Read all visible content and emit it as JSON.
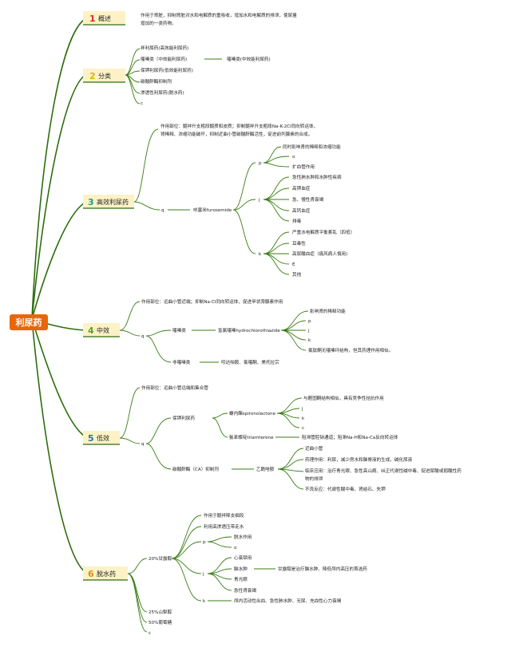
{
  "colors": {
    "root_bg": "#e8660a",
    "header_bg": "#fdf2c6",
    "branch": "#2e6e0e",
    "num_red": "#e0232b",
    "num_yellow": "#e3b500",
    "num_teal": "#1a9f8c",
    "num_green": "#56a526",
    "num_blue": "#2a6ebd",
    "num_orange": "#e78a0f"
  },
  "root": "利尿药",
  "overview": {
    "num": "1",
    "title": "概述",
    "text1": "作用于肾脏，抑制肾脏对水和电解质的重吸收，增加水和电解质的排泄，使尿量",
    "text2": "增加的一类药物。"
  },
  "classify": {
    "num": "2",
    "title": "分类",
    "items": [
      "袢利尿药(高效能利尿药)",
      "噻嗪类（中效能利尿药)",
      "保钾利尿药(低效能利尿药)",
      "碳酸酐酶抑制剂",
      "渗透性利尿药(脱水药)",
      "c"
    ],
    "sub": "噻嗪类(中效能利尿药)"
  },
  "high": {
    "num": "3",
    "title": "高效利尿药",
    "desc1": "作用部位：髓袢升支粗段髓质和皮质；抑制髓袢升支粗段Na-K-2Cl同向转运体，",
    "desc2": "肾稀释、浓缩功能破坏，抑制近曲小管碳酸酐酶活性，促进前列腺素的合成。",
    "q": "q",
    "drug": "呋塞米furosemide",
    "p": "p",
    "p_items": [
      "同时影响肾的稀释和浓缩功能",
      "o",
      "扩血管作用"
    ],
    "j": "j",
    "j_items": [
      "急性肺水肿和水肿性疾病",
      "高钾血症",
      "急、慢性肾衰竭",
      "高钙血症",
      "排毒"
    ],
    "k": "k",
    "k_items": [
      "严重水电解质平衡紊乱（四低）",
      "耳毒性",
      "高尿酸血症（痛风病人慎用)",
      "E",
      "其他"
    ]
  },
  "mid": {
    "num": "4",
    "title": "中效",
    "desc": "作用部位：远曲小管近端；抑制Na-Cl同向转运体，促进甲状旁腺素作用",
    "q": "q",
    "cls1": "噻嗪类",
    "drug1": "氢氯噻嗪hydrochlorothiazide",
    "d1_items": [
      "影响肾的稀释功能",
      "p",
      "j",
      "k",
      "氯肽酮无噻嗪环结构，但其药理作用相似。"
    ],
    "cls2": "非噻嗪类",
    "drug2": "吲达帕胺、氯噻酮、美托拉宗"
  },
  "low": {
    "num": "5",
    "title": "低效",
    "desc": "作用部位：远曲小管远端和集合管",
    "q": "q",
    "cls1": "保钾利尿药",
    "drugA": "螺内酯spironolactone",
    "a_items": [
      "与醛固酮结构相似，具有竞争性拮抗作用",
      "j",
      "k",
      "c"
    ],
    "drugB": "氨苯蝶啶triamterene",
    "b_item": "阻滞管腔钠通道；阻滞Na-H和Na-Ca反向转运体",
    "cls2": "碳酸酐酶（CA）抑制剂",
    "drugC": "乙酰唑胺",
    "c_items": [
      "近曲小管",
      "药理作用：利尿，减少房水和脑脊液的生成，碱化尿液",
      "临床应用：治疗青光眼、急性高山病、纠正代谢性碱中毒、促进尿酸或弱酸性药",
      "物的排泄",
      "不良反应：代谢性酸中毒、肾结石、失钾"
    ]
  },
  "dehyd": {
    "num": "6",
    "title": "脱水药",
    "drug": "20%甘露醇",
    "top_items": [
      "作用于髓袢降支细段",
      "利用高渗透压带走水"
    ],
    "p": "p",
    "p_items": [
      "脱水作用",
      "o"
    ],
    "j": "j",
    "j_items": [
      "心衰禁用",
      "脑水肿",
      "青光眼",
      "急性肾衰竭"
    ],
    "brain_note": "甘露醇是治疗脑水肿、降低颅内高压的首选药",
    "k": "k",
    "k_item": "颅内活动性出血、急性肺水肿、无尿、充血性心力衰竭",
    "others": [
      "25%山梨醇",
      "50%葡萄糖",
      "c"
    ]
  }
}
